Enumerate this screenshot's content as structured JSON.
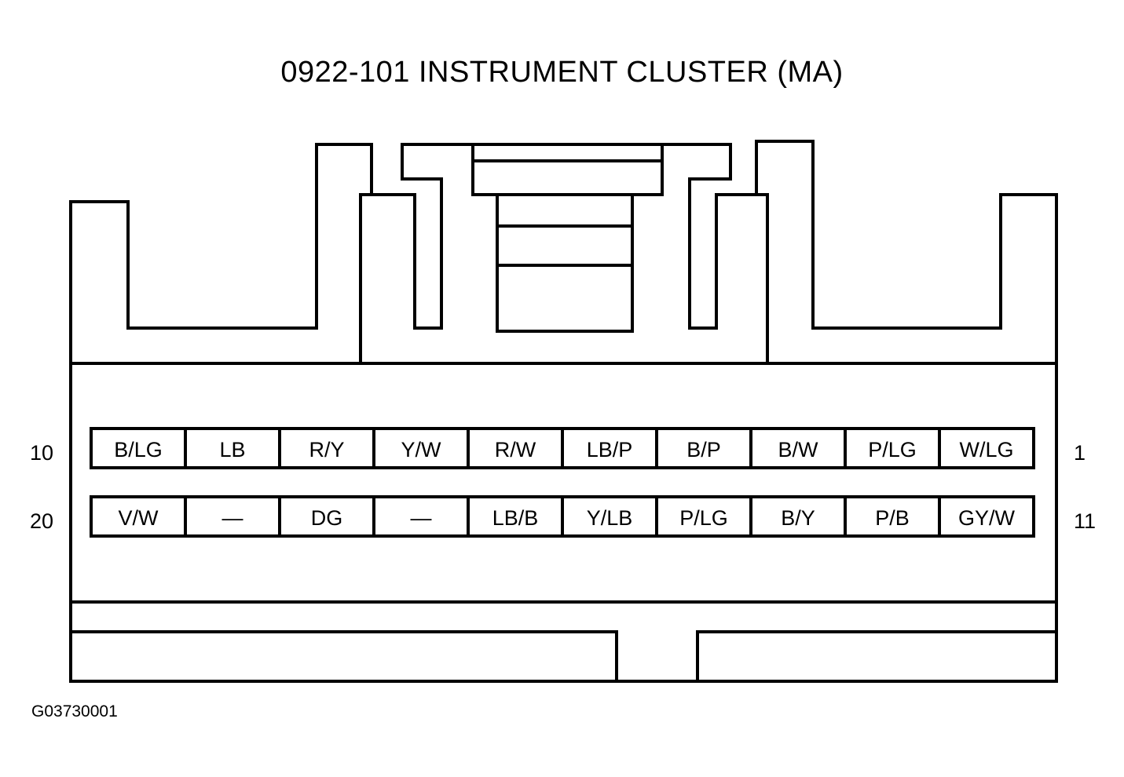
{
  "title": "0922-101 INSTRUMENT CLUSTER (MA)",
  "figure_id": "G03730001",
  "rows": [
    {
      "left_label": "10",
      "right_label": "1",
      "pins": [
        "B/LG",
        "LB",
        "R/Y",
        "Y/W",
        "R/W",
        "LB/P",
        "B/P",
        "B/W",
        "P/LG",
        "W/LG"
      ]
    },
    {
      "left_label": "20",
      "right_label": "11",
      "pins": [
        "V/W",
        "—",
        "DG",
        "—",
        "LB/B",
        "Y/LB",
        "P/LG",
        "B/Y",
        "P/B",
        "GY/W"
      ]
    }
  ],
  "colors": {
    "line": "#000000",
    "background": "#ffffff"
  }
}
